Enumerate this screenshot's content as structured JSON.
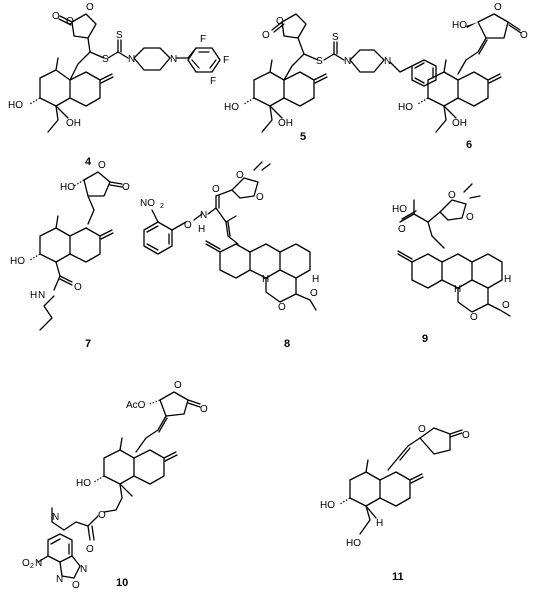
{
  "compounds": [
    {
      "id": "4"
    },
    {
      "id": "5"
    },
    {
      "id": "6"
    },
    {
      "id": "7"
    },
    {
      "id": "8"
    },
    {
      "id": "9"
    },
    {
      "id": "10"
    },
    {
      "id": "11"
    }
  ],
  "atoms": {
    "O": "O",
    "S": "S",
    "N": "N",
    "F": "F",
    "H": "H",
    "HO": "HO",
    "OH": "OH",
    "NO2": "NO",
    "sub2": "2",
    "AcO": "AcO",
    "O2N": "O",
    "N_methyl": "N"
  }
}
